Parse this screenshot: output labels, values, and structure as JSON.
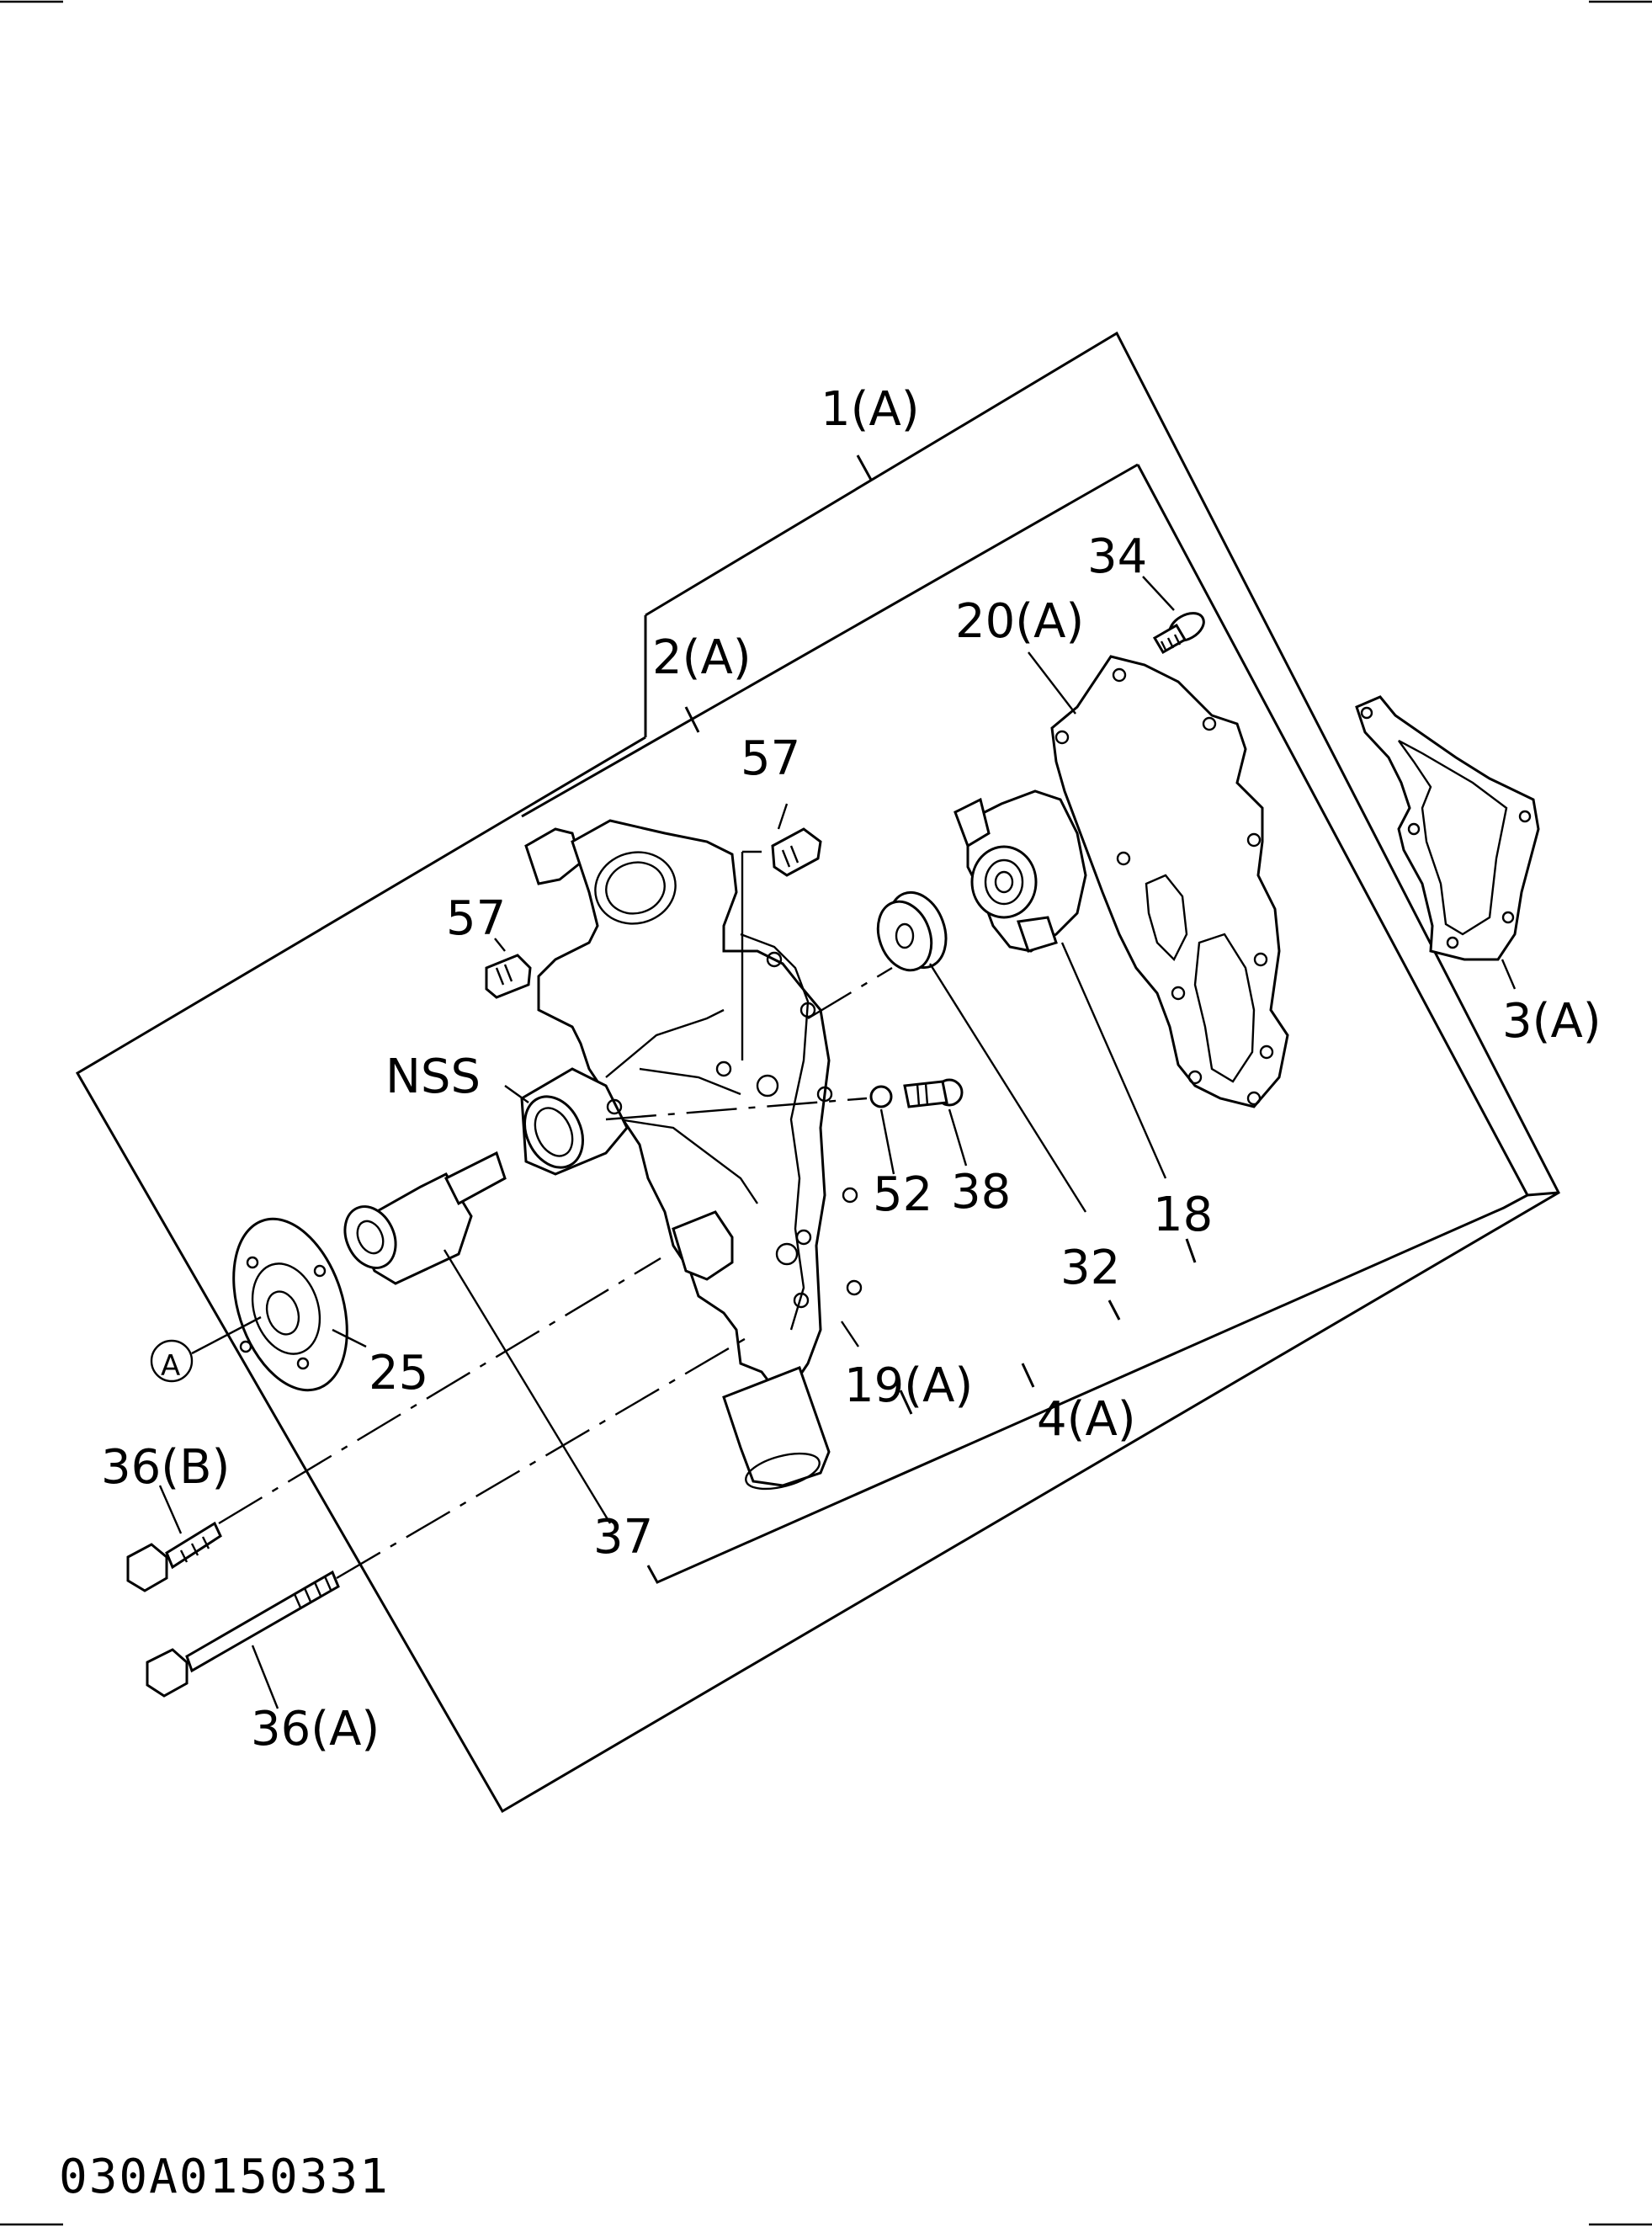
{
  "diagram": {
    "labels": {
      "l1a": "1(A)",
      "l2a": "2(A)",
      "l3a": "3(A)",
      "l4a": "4(A)",
      "l18": "18",
      "l19a": "19(A)",
      "l20a": "20(A)",
      "l25": "25",
      "l32": "32",
      "l34": "34",
      "l36a": "36(A)",
      "l36b": "36(B)",
      "l37": "37",
      "l38": "38",
      "l52": "52",
      "l57a": "57",
      "l57b": "57",
      "nss": "NSS",
      "ref_a": "A"
    },
    "drawing_code": "030A0150331"
  }
}
